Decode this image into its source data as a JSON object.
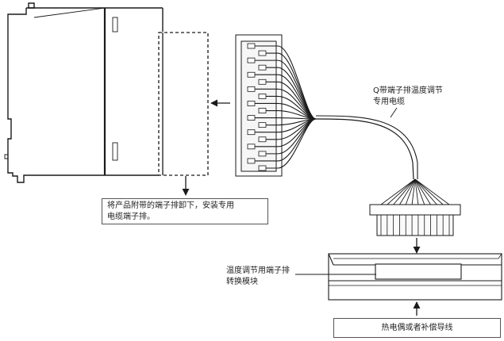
{
  "labels": {
    "cable_name": {
      "line1": "Q带端子排温度调节",
      "line2": "专用电缆"
    },
    "instruction": {
      "line1": "将产品附带的端子排卸下，安装专用",
      "line2": "电缆端子排。"
    },
    "module": {
      "line1": "温度调节用端子排",
      "line2": "转换模块"
    },
    "wire_source": "热电偶或者补偿导线"
  },
  "colors": {
    "line": "#1a1a1a",
    "frame": "#333333",
    "fill": "#ffffff",
    "shade": "#f2f2f2"
  }
}
